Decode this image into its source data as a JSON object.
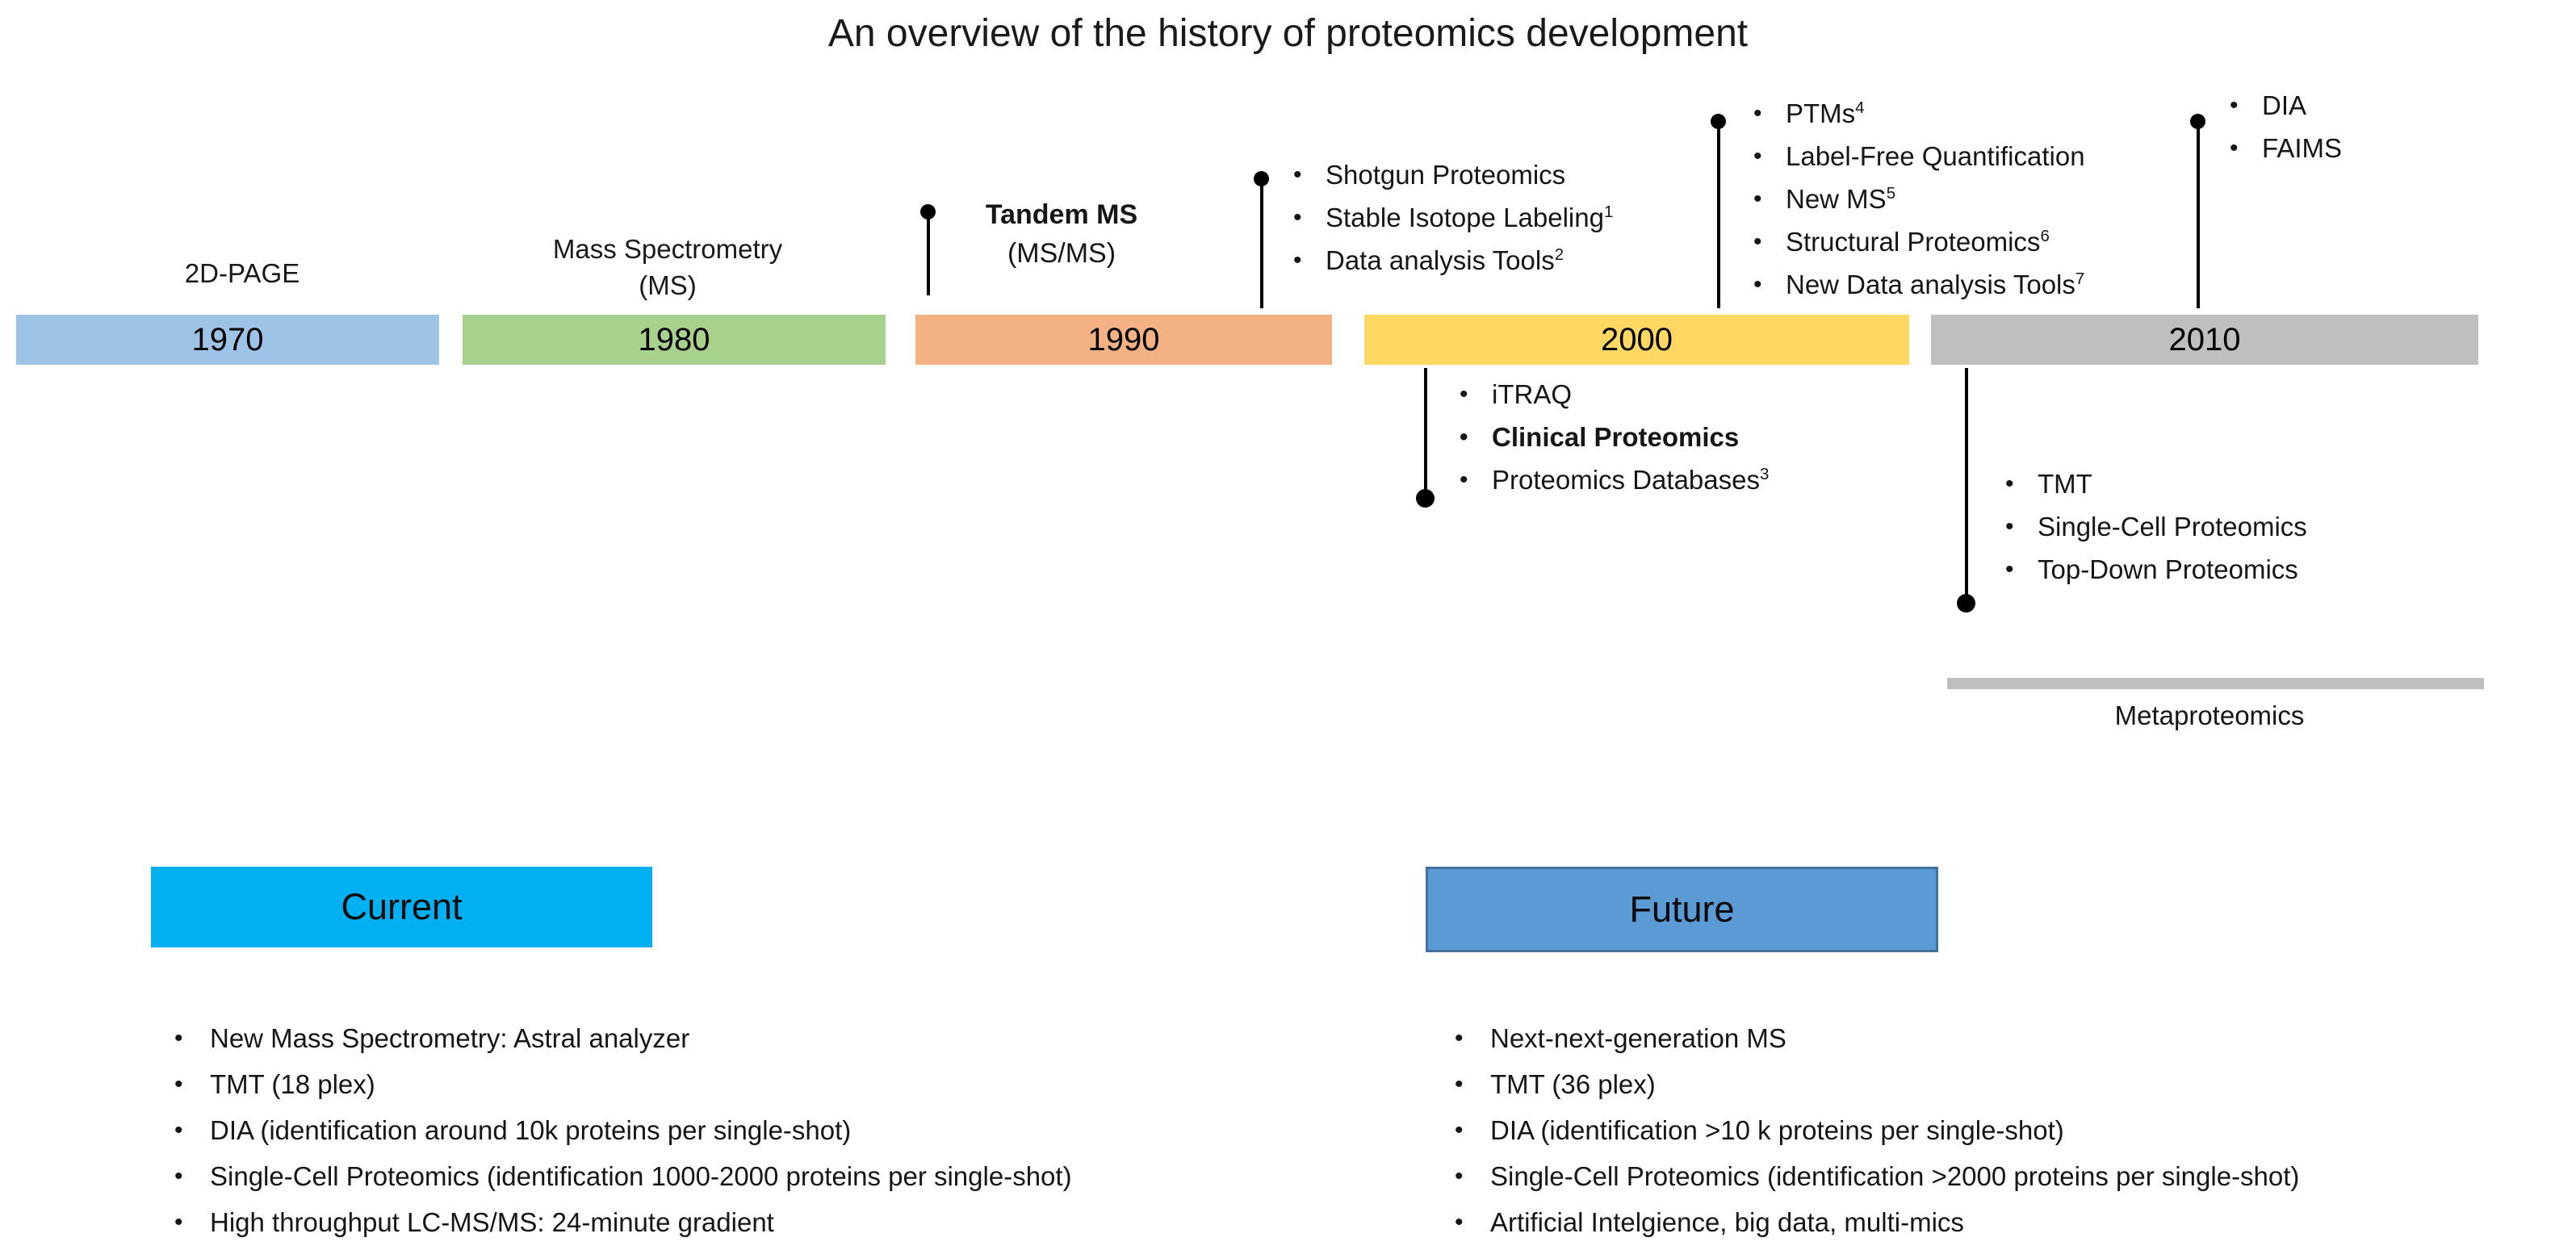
{
  "title": "An overview of the history of proteomics development",
  "timeline": {
    "bars": [
      {
        "year": "1970",
        "color": "#9DC3E6"
      },
      {
        "year": "1980",
        "color": "#A9D18E"
      },
      {
        "year": "1990",
        "color": "#F4B183"
      },
      {
        "year": "2000",
        "color": "#FFD763"
      },
      {
        "year": "2010",
        "color": "#BFBFBF"
      }
    ],
    "era_labels": {
      "page2d": "2D-PAGE",
      "ms_line1": "Mass Spectrometry",
      "ms_line2": "(MS)"
    },
    "tandem": {
      "title": "Tandem MS",
      "subtitle": "(MS/MS)"
    },
    "shotgun_items": [
      {
        "text": "Shotgun Proteomics"
      },
      {
        "text": "Stable Isotope Labeling",
        "sup": "1"
      },
      {
        "text": "Data analysis Tools",
        "sup": "2"
      }
    ],
    "ptms_items": [
      {
        "text": "PTMs",
        "sup": "4"
      },
      {
        "text": "Label-Free Quantification"
      },
      {
        "text": "New MS",
        "sup": "5"
      },
      {
        "text": "Structural Proteomics",
        "sup": "6"
      },
      {
        "text": "New Data analysis Tools",
        "sup": "7"
      }
    ],
    "dia_items": [
      {
        "text": "DIA"
      },
      {
        "text": "FAIMS"
      }
    ],
    "itraq_items": [
      {
        "text": "iTRAQ"
      },
      {
        "text": "Clinical Proteomics"
      },
      {
        "text": "Proteomics Databases",
        "sup": "3"
      }
    ],
    "tmt_items": [
      {
        "text": "TMT"
      },
      {
        "text": "Single-Cell Proteomics"
      },
      {
        "text": "Top-Down Proteomics"
      }
    ],
    "metaproteomics": {
      "label": "Metaproteomics",
      "bar_color": "#BFBFBF"
    }
  },
  "sections": {
    "current": {
      "title": "Current",
      "color": "#00B0F0",
      "items": [
        "New Mass Spectrometry: Astral analyzer",
        "TMT (18 plex)",
        "DIA (identification around 10k proteins per single-shot)",
        "Single-Cell Proteomics (identification 1000-2000 proteins per single-shot)",
        "High throughput LC-MS/MS: 24-minute gradient"
      ]
    },
    "future": {
      "title": "Future",
      "color": "#5B9BD5",
      "border_color": "#41719C",
      "items": [
        "Next-next-generation MS",
        "TMT (36 plex)",
        "DIA (identification >10 k proteins per single-shot)",
        "Single-Cell Proteomics (identification >2000 proteins per single-shot)",
        "Artificial Intelgience, big data, multi-mics"
      ]
    }
  }
}
